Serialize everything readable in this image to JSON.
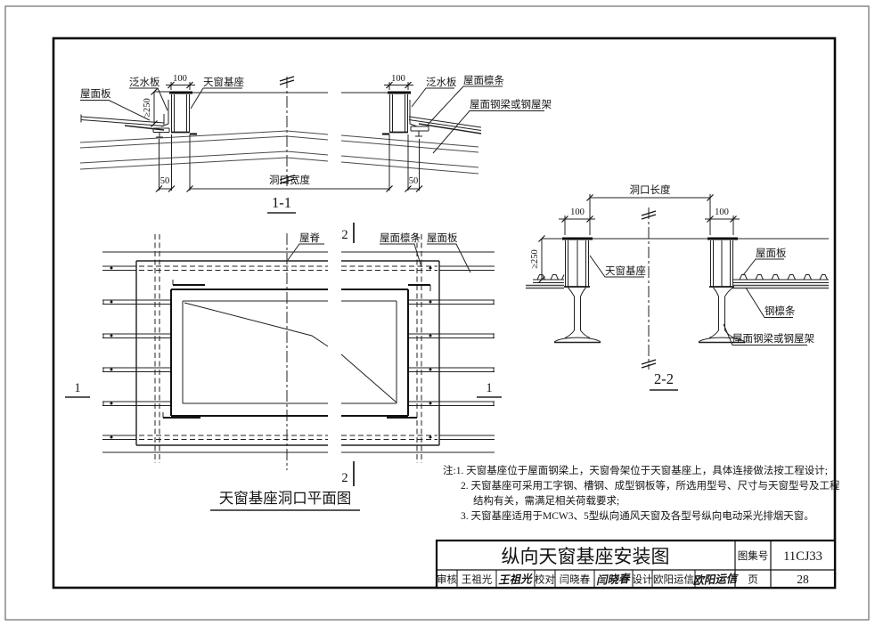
{
  "section_1_1": {
    "title": "1-1",
    "labels": {
      "roof_panel": "屋面板",
      "flashing_left": "泛水板",
      "skylight_base": "天窗基座",
      "flashing_right": "泛水板",
      "roof_purlin": "屋面檩条",
      "roof_beam": "屋面钢梁或钢屋架"
    },
    "dims": {
      "d100_left": "100",
      "d100_right": "100",
      "d250": "≥250",
      "d50_left": "50",
      "d50_right": "50",
      "opening_width": "洞口宽度"
    }
  },
  "plan": {
    "title": "天窗基座洞口平面图",
    "labels": {
      "ridge": "屋脊",
      "roof_purlin": "屋面檩条",
      "roof_panel": "屋面板"
    },
    "markers": {
      "m1_left": "1",
      "m1_right": "1",
      "m2_top": "2",
      "m2_bottom": "2"
    }
  },
  "section_2_2": {
    "title": "2-2",
    "labels": {
      "skylight_base": "天窗基座",
      "roof_panel": "屋面板",
      "steel_purlin": "钢檩条",
      "roof_beam": "屋面钢梁或钢屋架"
    },
    "dims": {
      "opening_length": "洞口长度",
      "d100_left": "100",
      "d100_right": "100",
      "d250": "≥250"
    }
  },
  "notes": {
    "lines": [
      "注:1. 天窗基座位于屋面钢梁上，天窗骨架位于天窗基座上，具体连接做法按工程设计;",
      "2. 天窗基座可采用工字钢、槽钢、成型钢板等，所选用型号、尺寸与天窗型号及工程",
      "结构有关，需满足相关荷载要求;",
      "3. 天窗基座适用于MCW3、5型纵向通风天窗及各型号纵向电动采光排烟天窗。"
    ]
  },
  "title_block": {
    "title": "纵向天窗基座安装图",
    "atlas_label": "图集号",
    "atlas_no": "11CJ33",
    "page_label": "页",
    "page_no": "28",
    "review_label": "审核",
    "reviewer": "王祖光",
    "reviewer_sig": "王祖光",
    "proof_label": "校对",
    "proofreader": "闫晓春",
    "proofreader_sig": "闫晓春",
    "design_label": "设计",
    "designer": "欧阳运信",
    "designer_sig": "欧阳运信"
  }
}
